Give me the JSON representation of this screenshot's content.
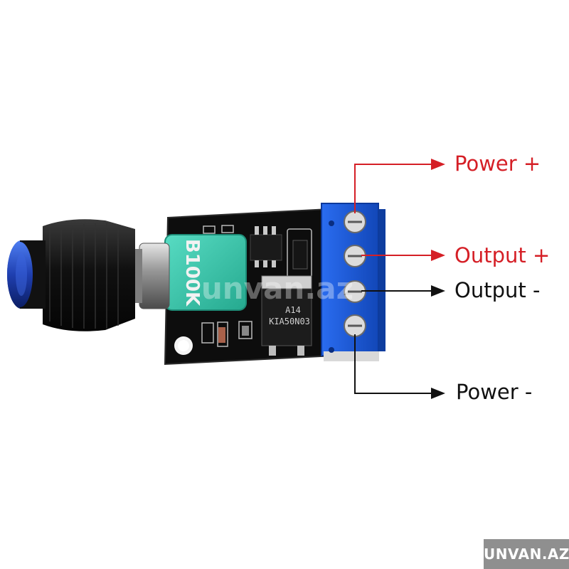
{
  "labels": {
    "power_plus": "Power +",
    "output_plus": "Output +",
    "output_minus": "Output -",
    "power_minus": "Power -"
  },
  "label_colors": {
    "power_plus": "#d51f26",
    "output_plus": "#d51f26",
    "output_minus": "#111111",
    "power_minus": "#111111"
  },
  "components": {
    "potentiometer_marking": "B100K",
    "mosfet_marking_line1": "A14",
    "mosfet_marking_line2": "KIA50N03"
  },
  "watermark": {
    "center_text": "unvan.az",
    "badge_text": "UNVAN.AZ"
  },
  "colors": {
    "pcb": "#101010",
    "terminal_block": "#1f5fd6",
    "potentiometer_body": "#3fcfb3",
    "knob_accent": "#2b4fc9",
    "wire_red": "#d51f26",
    "wire_black": "#111111"
  }
}
